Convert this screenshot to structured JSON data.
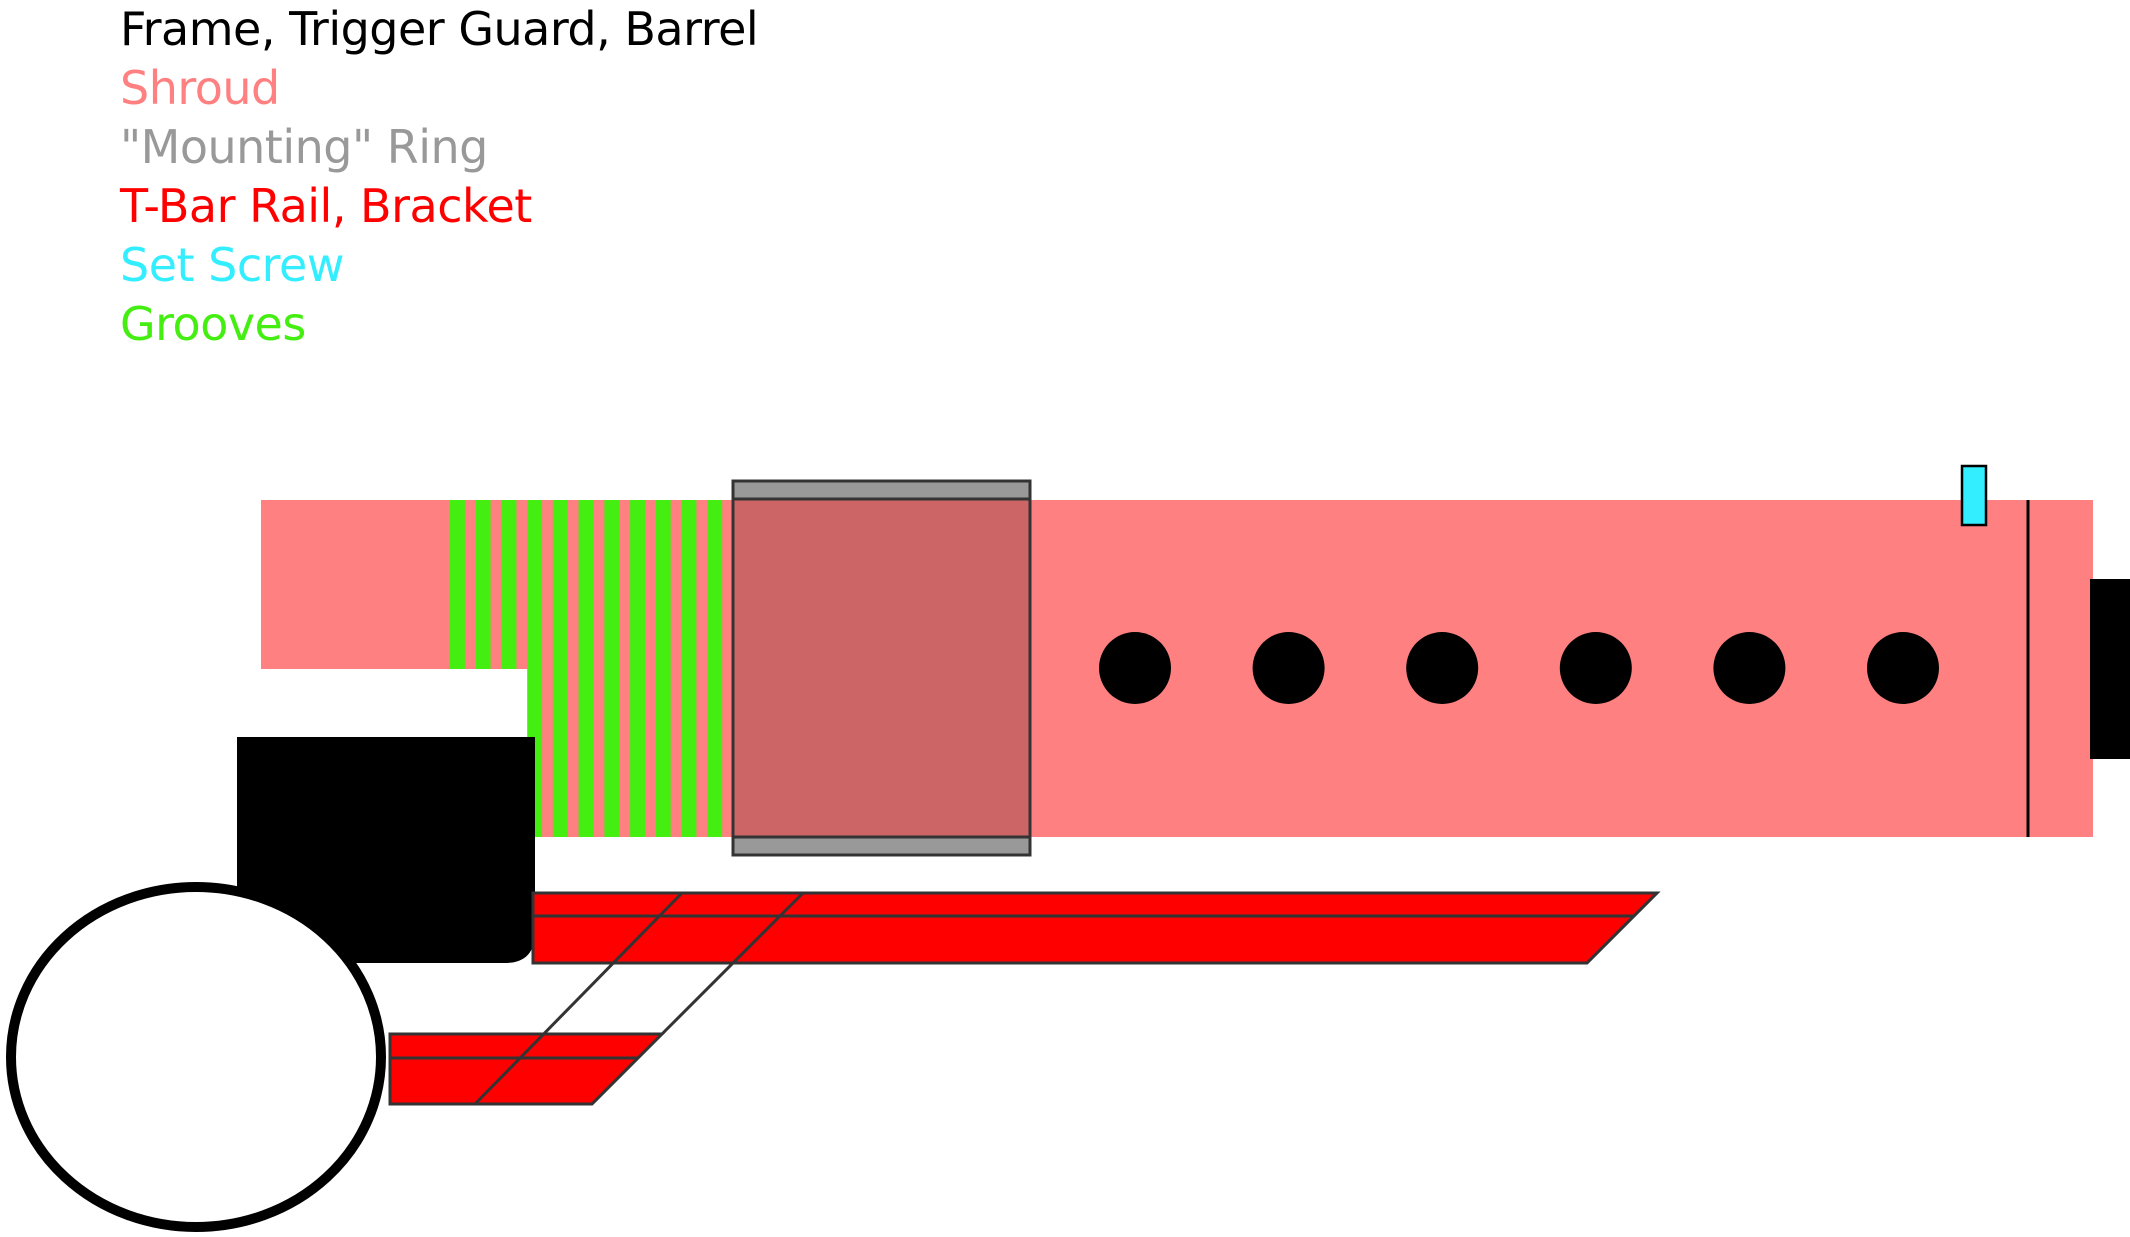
{
  "legend": {
    "items": [
      {
        "label": "Frame, Trigger Guard, Barrel",
        "color": "#000000"
      },
      {
        "label": "Shroud",
        "color": "#ff8080"
      },
      {
        "label": "\"Mounting\" Ring",
        "color": "#999999"
      },
      {
        "label": "T-Bar Rail, Bracket",
        "color": "#ff0000"
      },
      {
        "label": "Set Screw",
        "color": "#33eeff"
      },
      {
        "label": "Grooves",
        "color": "#44ee11"
      }
    ]
  },
  "colors": {
    "frame": "#000000",
    "shroud": "#ff8080",
    "ring": "#999999",
    "ring_overlay": "#cc6666",
    "rail": "#ff0000",
    "set_screw": "#33eeff",
    "grooves": "#44ee11"
  },
  "shroud": {
    "port_count": 6
  },
  "grooves": {
    "count": 11
  }
}
